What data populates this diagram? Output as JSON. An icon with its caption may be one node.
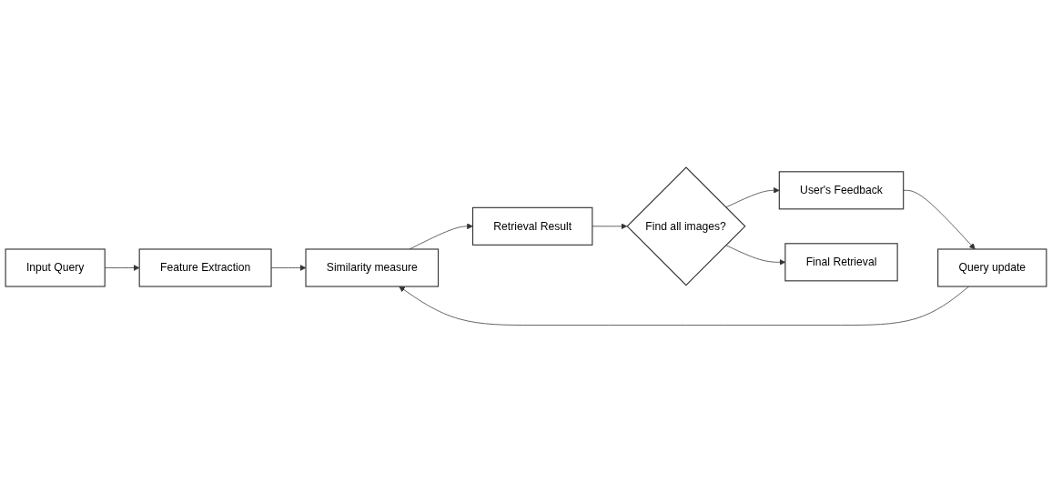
{
  "diagram": {
    "nodes": [
      {
        "text": [
          "Input Query"
        ]
      },
      {
        "text": [
          "Feature Extraction"
        ]
      },
      {
        "text": [
          "Similarity measure"
        ]
      },
      {
        "text": [
          "Retrieval Result"
        ]
      },
      {
        "text": [
          "Find all images?"
        ]
      },
      {
        "text": [
          "User's Feedback"
        ]
      },
      {
        "text": [
          "Query update"
        ]
      },
      {
        "text": [
          "Final Retrieval"
        ]
      }
    ],
    "edges": [
      {
        "from": 0,
        "to": 1,
        "arrow": "to"
      },
      {
        "from": 1,
        "to": 2,
        "arrow": "to"
      },
      {
        "from": 2,
        "to": 3,
        "arrow": "to"
      },
      {
        "from": 3,
        "to": 4,
        "arrow": "to"
      },
      {
        "from": 4,
        "to": 5,
        "arrow": "to"
      },
      {
        "from": 5,
        "to": 6,
        "arrow": "to"
      },
      {
        "from": 6,
        "to": 2,
        "arrow": "to"
      },
      {
        "from": 4,
        "to": 7,
        "arrow": "to"
      }
    ]
  }
}
